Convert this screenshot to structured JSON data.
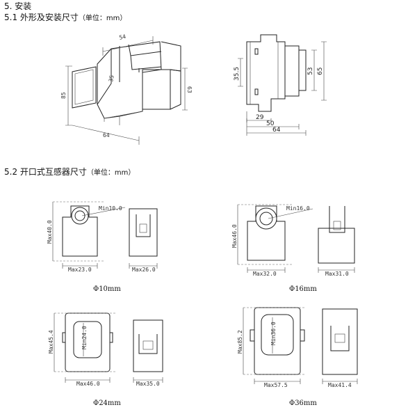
{
  "section": {
    "number": "5.",
    "title": "安装"
  },
  "sub1": {
    "number": "5.1",
    "title": "外形及安装尺寸",
    "unit": "（单位：mm）"
  },
  "sub2": {
    "number": "5.2",
    "title": "开口式互感器尺寸",
    "unit": "（单位：mm）"
  },
  "meter_iso": {
    "dims": [
      "54",
      "85",
      "35",
      "64",
      "63"
    ]
  },
  "meter_side": {
    "dims": [
      "35.5",
      "53",
      "65",
      "29",
      "50",
      "64"
    ]
  },
  "ct": [
    {
      "caption": "Φ10mm",
      "hole": "Min10.0",
      "height": "Max40.0",
      "width": "Max23.0",
      "depth": "Max26.0"
    },
    {
      "caption": "Φ16mm",
      "hole": "Min16.0",
      "height": "Max46.0",
      "width": "Max32.0",
      "depth": "Max31.0"
    },
    {
      "caption": "Φ24mm",
      "hole": "Min24.0",
      "height": "Max45.4",
      "width": "Max46.0",
      "depth": "Max35.0"
    },
    {
      "caption": "Φ36mm",
      "hole": "Min36.0",
      "height": "Max85.2",
      "width": "Max57.5",
      "depth": "Max41.4"
    }
  ]
}
